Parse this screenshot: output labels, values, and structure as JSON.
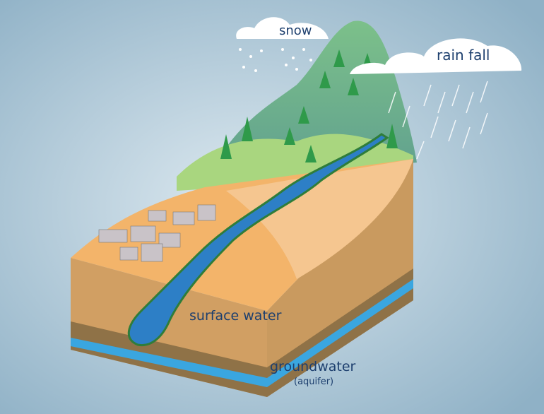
{
  "labels": {
    "snow": "snow",
    "rain": "rain fall",
    "surface_water": "surface water",
    "groundwater": "groundwater",
    "aquifer": "(aquifer)"
  },
  "colors": {
    "background_center": "#dce9f0",
    "background_edge": "#8fb1c6",
    "sand": "#f3b46a",
    "soil": "#c99a5f",
    "dark_soil": "#8f7247",
    "water": "#2d7fc6",
    "groundwater": "#3aa6e0",
    "hills": "#8fcf7f",
    "mountain": "#7fb89a",
    "text": "#1d3f6e"
  }
}
